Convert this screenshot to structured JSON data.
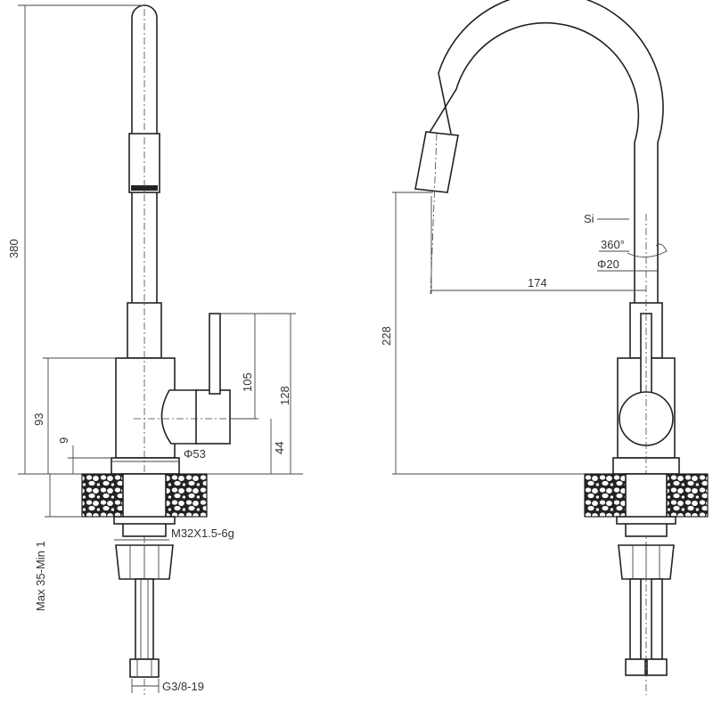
{
  "dimensions": {
    "height_total": "380",
    "depth_93": "93",
    "offset_9": "9",
    "lever_105": "105",
    "lever_128": "128",
    "base_44": "44",
    "base_dia": "Φ53",
    "thread": "M32X1.5-6g",
    "deck_range": "Max 35-Min 1",
    "hose_thread": "G3/8-19",
    "spout_height": "228",
    "spout_reach": "174",
    "swivel": "360°",
    "spout_dia": "Φ20",
    "si_label": "Si"
  }
}
